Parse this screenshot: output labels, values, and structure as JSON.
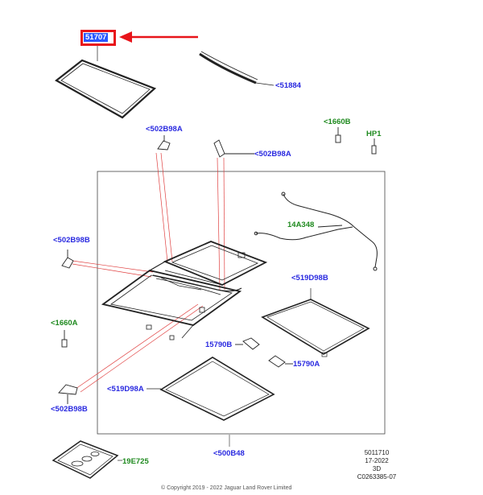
{
  "labels": {
    "highlighted": "51707",
    "l51884": "<51884",
    "l502b98a_top": "<502B98A",
    "l502b98a_right": "<502B98A",
    "l1660b": "<1660B",
    "hp1": "HP1",
    "l14a348": "14A348",
    "l502b98b_left": "<502B98B",
    "l519d98b": "<519D98B",
    "l1660a": "<1660A",
    "l15790b": "15790B",
    "l15790a": "15790A",
    "l519d98a": "<519D98A",
    "l502b98b_bottom": "<502B98B",
    "l500b48": "<500B48",
    "l19e725": "19E725"
  },
  "reference": {
    "line1": "5011710",
    "line2": "17-2022",
    "line3": "3D",
    "line4": "C0263385-07"
  },
  "footer": "© Copyright 2019 - 2022 Jaguar Land Rover Limited",
  "colors": {
    "callout_blue": "#2a2ae0",
    "callout_green": "#1f8a1f",
    "highlight_red": "#e8141a",
    "highlight_fill": "#2a58ff"
  }
}
